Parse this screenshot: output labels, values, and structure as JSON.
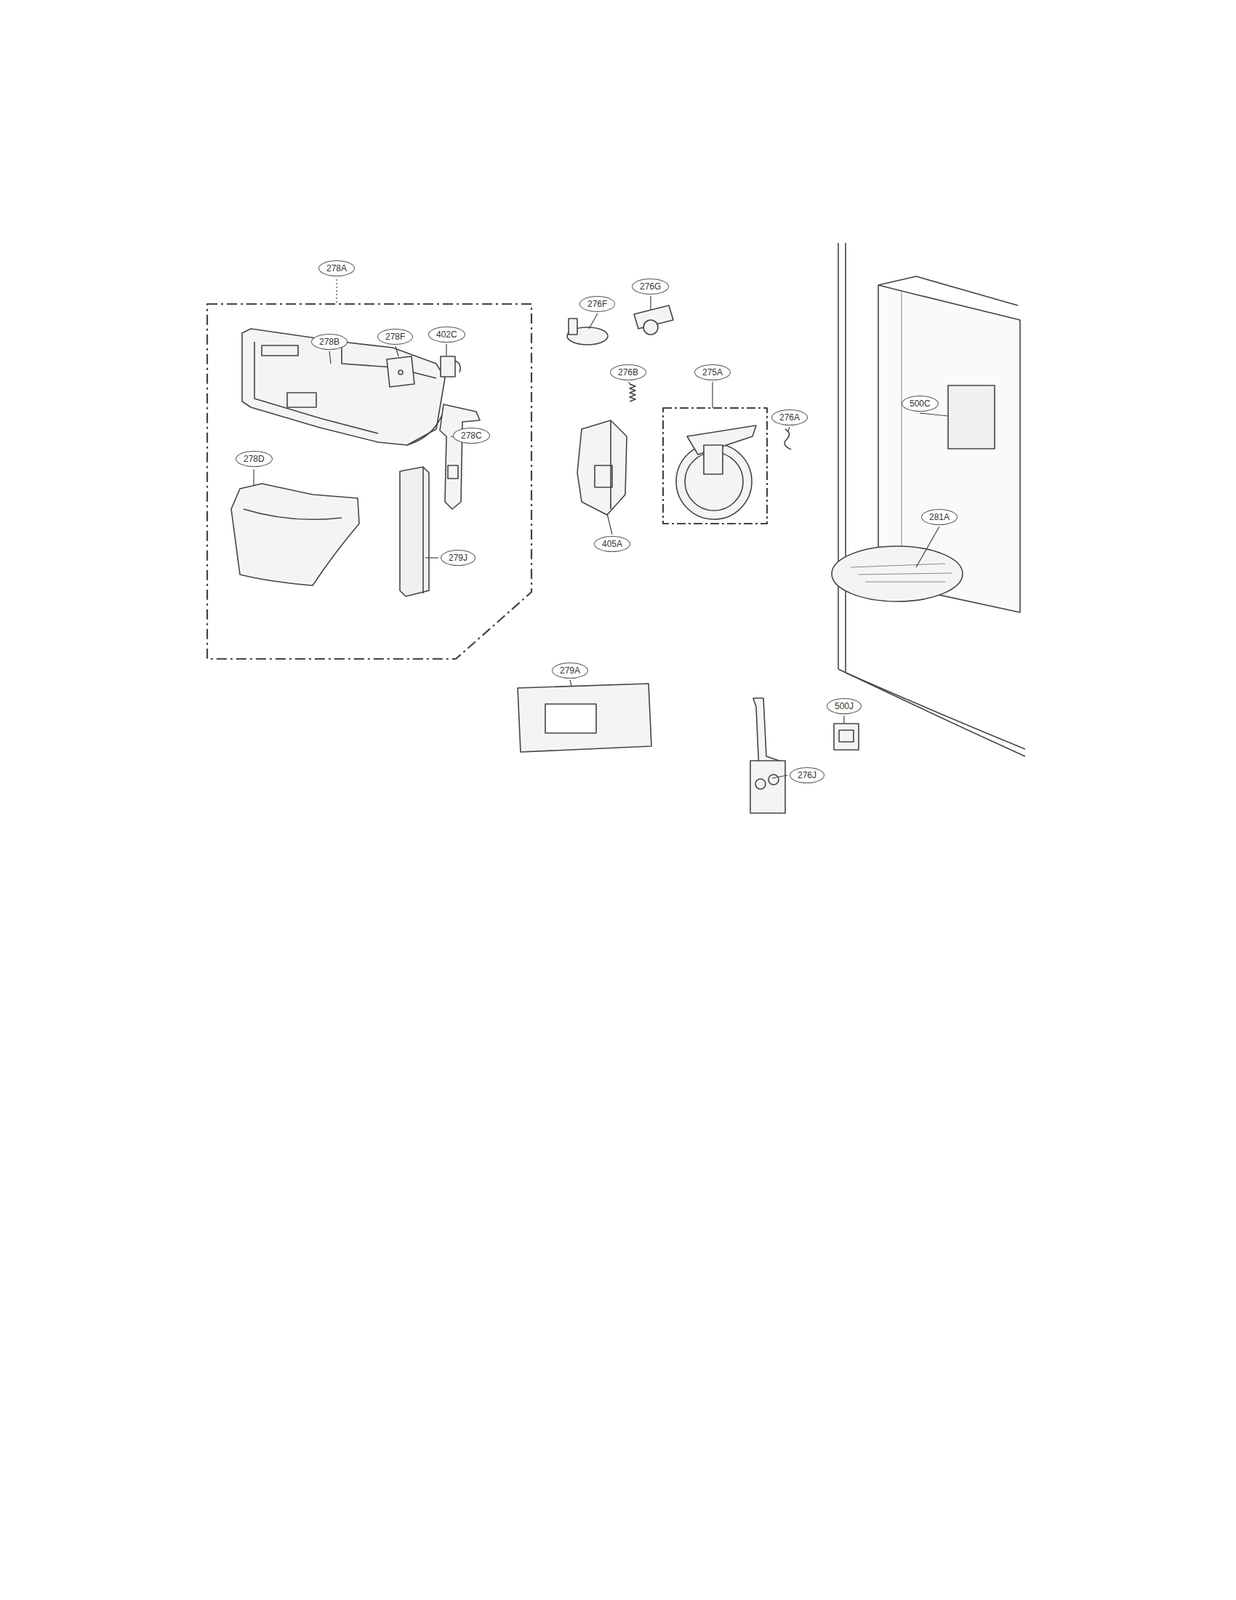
{
  "diagram": {
    "labels": [
      "278A",
      "276F",
      "276G",
      "278B",
      "278F",
      "402C",
      "276B",
      "275A",
      "276A",
      "500C",
      "278C",
      "405A",
      "278D",
      "279J",
      "281A",
      "279A",
      "500J",
      "276J"
    ]
  }
}
